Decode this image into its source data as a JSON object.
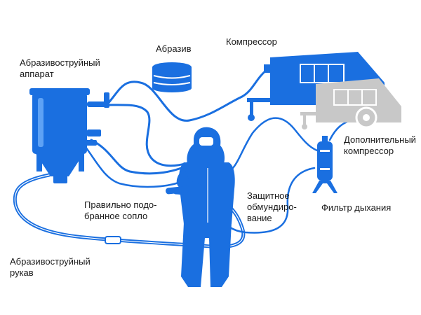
{
  "labels": {
    "blast_machine": "Абразивоструйный\nаппарат",
    "abrasive": "Абразив",
    "compressor": "Компрессор",
    "aux_compressor": "Дополнительный\nкомпрессор",
    "nozzle": "Правильно подо-\nбранное сопло",
    "protective_suit": "Защитное\nобмундиро-\nвание",
    "breathing_filter": "Фильтр дыхания",
    "blast_hose": "Абразивоструйный\nрукав"
  },
  "colors": {
    "primary_blue": "#1a6fe0",
    "light_gray": "#c8c8c8",
    "text": "#1a1a1a"
  }
}
